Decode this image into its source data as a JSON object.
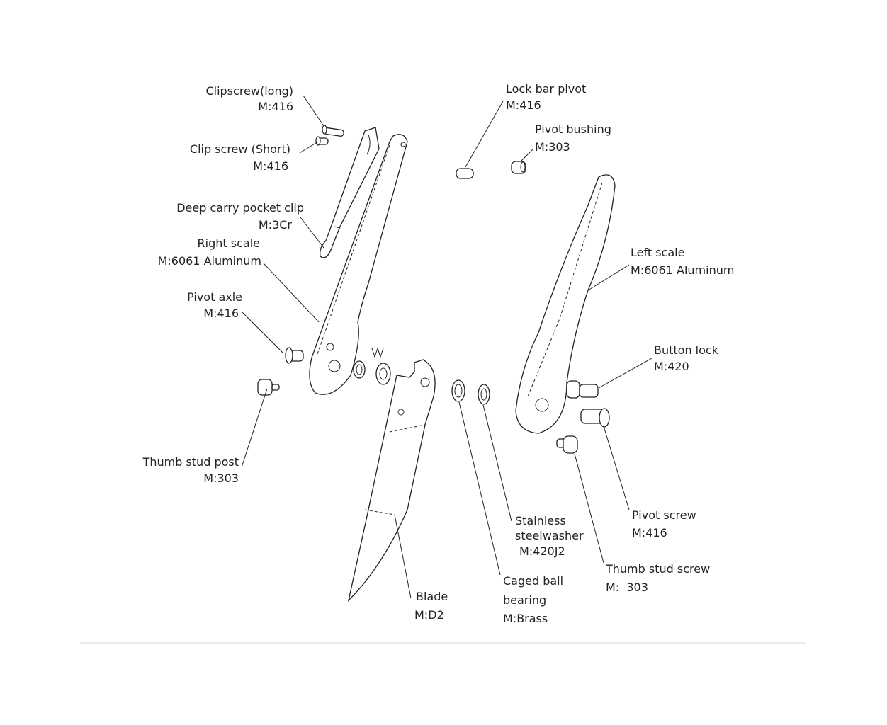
{
  "parts": [
    {
      "id": "clipscrew-long",
      "lines": [
        "Clipscrew(long)",
        "M:416"
      ]
    },
    {
      "id": "clip-screw-short",
      "lines": [
        "Clip screw (Short)",
        "M:416"
      ]
    },
    {
      "id": "pocket-clip",
      "lines": [
        "Deep carry pocket clip",
        "M:3Cr"
      ]
    },
    {
      "id": "right-scale",
      "lines": [
        "Right scale",
        "M:6061 Aluminum"
      ]
    },
    {
      "id": "pivot-axle",
      "lines": [
        "Pivot axle",
        "M:416"
      ]
    },
    {
      "id": "thumb-stud-post",
      "lines": [
        "Thumb stud post",
        "M:303"
      ]
    },
    {
      "id": "lock-bar-pivot",
      "lines": [
        "Lock bar pivot",
        "M:416"
      ]
    },
    {
      "id": "pivot-bushing",
      "lines": [
        "Pivot bushing",
        "M:303"
      ]
    },
    {
      "id": "left-scale",
      "lines": [
        "Left scale",
        "M:6061 Aluminum"
      ]
    },
    {
      "id": "button-lock",
      "lines": [
        "Button lock",
        "M:420"
      ]
    },
    {
      "id": "pivot-screw",
      "lines": [
        "Pivot screw",
        "M:416"
      ]
    },
    {
      "id": "thumb-stud-screw",
      "lines": [
        "Thumb stud screw",
        "M:  303"
      ]
    },
    {
      "id": "washer",
      "lines": [
        "Stainless",
        "steelwasher",
        "M:420J2"
      ]
    },
    {
      "id": "bearing",
      "lines": [
        "Caged ball",
        "bearing",
        "M:Brass"
      ]
    },
    {
      "id": "blade",
      "lines": [
        "Blade",
        "M:D2"
      ]
    }
  ]
}
